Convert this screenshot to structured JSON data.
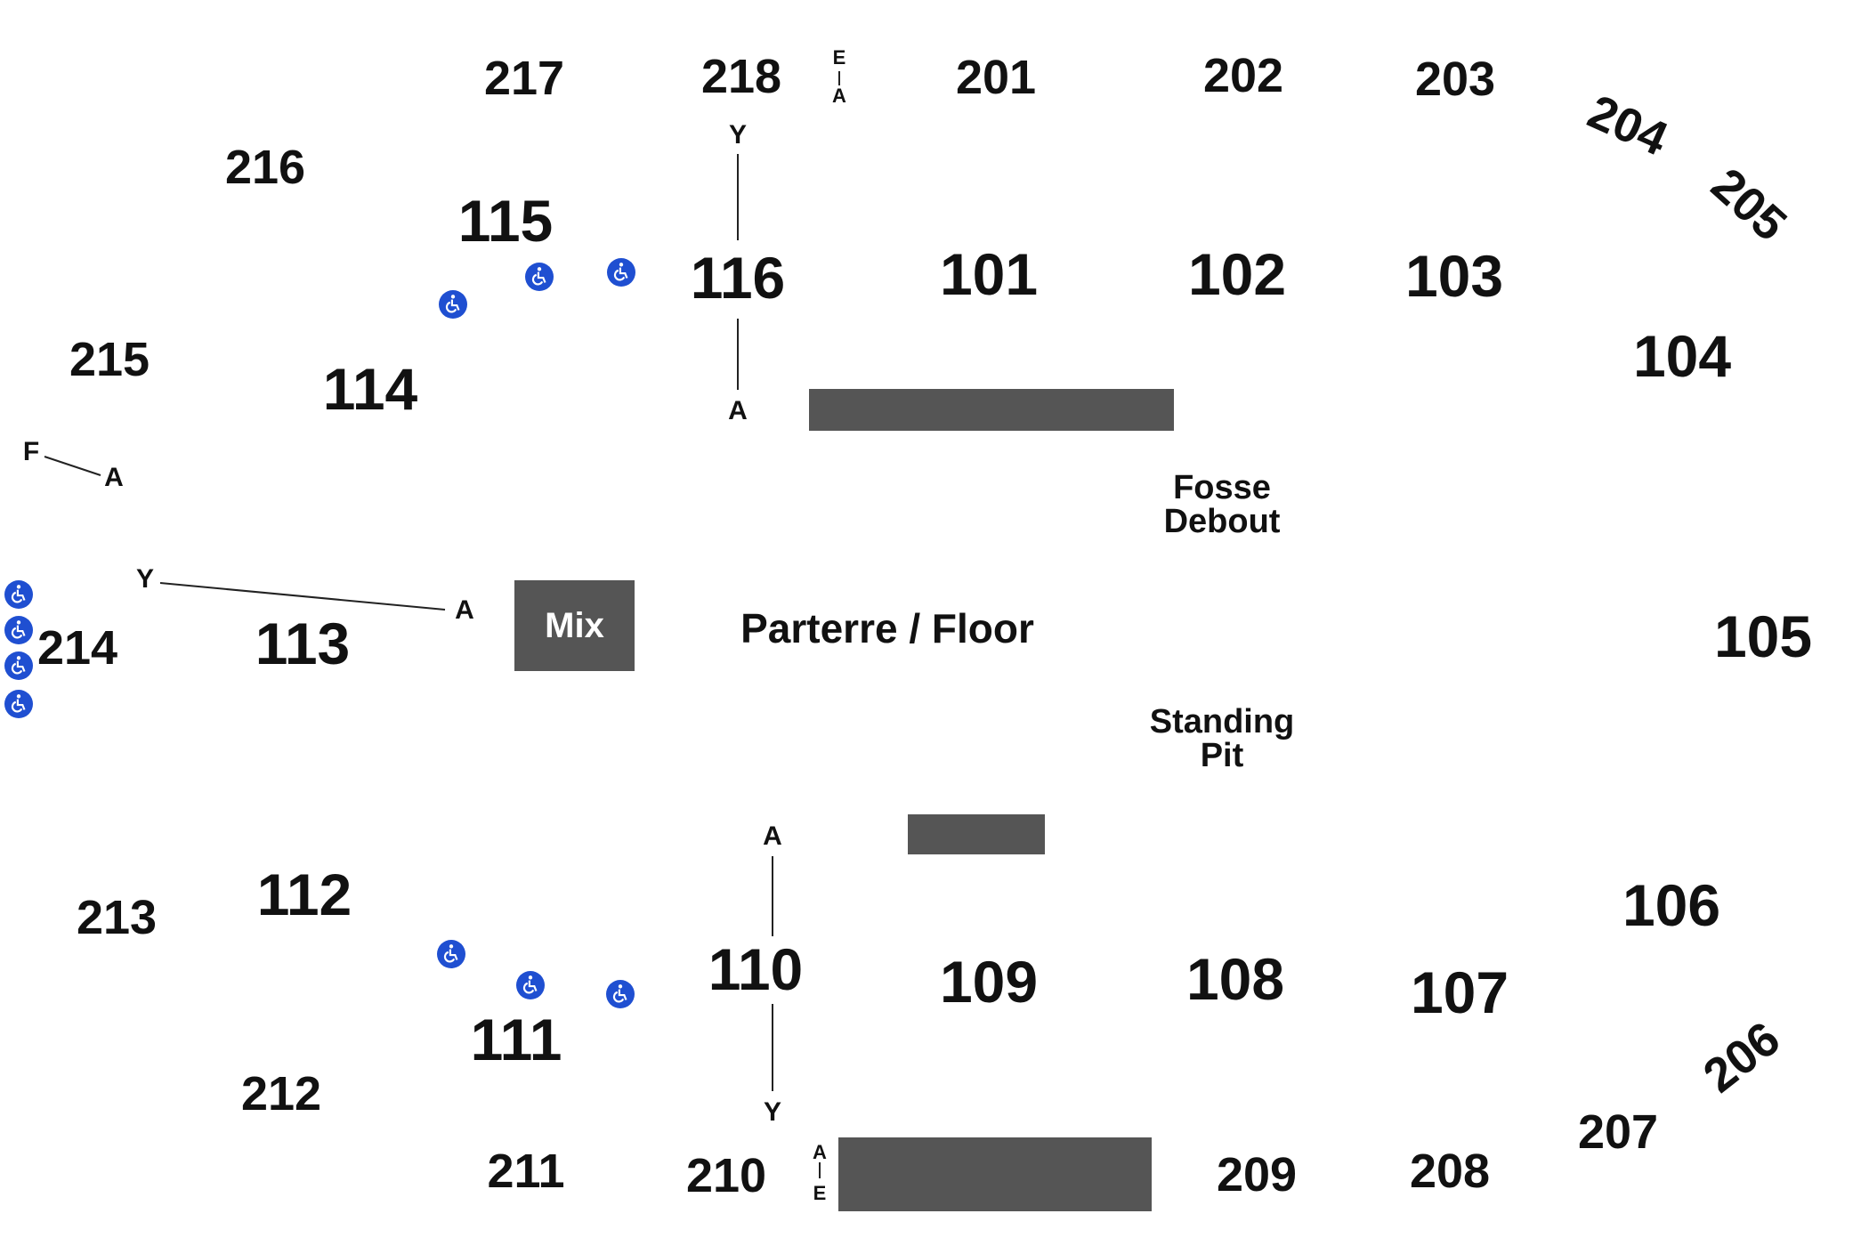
{
  "sections": {
    "s217": "217",
    "s218": "218",
    "s201": "201",
    "s202": "202",
    "s203": "203",
    "s204": "204",
    "s205": "205",
    "s216": "216",
    "s215": "215",
    "s214": "214",
    "s213": "213",
    "s212": "212",
    "s211": "211",
    "s210": "210",
    "s209": "209",
    "s208": "208",
    "s207": "207",
    "s206": "206",
    "s115": "115",
    "s116": "116",
    "s101": "101",
    "s102": "102",
    "s103": "103",
    "s104": "104",
    "s114": "114",
    "s113": "113",
    "s112": "112",
    "s111": "111",
    "s110": "110",
    "s109": "109",
    "s108": "108",
    "s107": "107",
    "s106": "106",
    "s105": "105"
  },
  "rows": {
    "y116": "Y",
    "a116": "A",
    "e218": "E",
    "a218": "A",
    "f215": "F",
    "a215": "A",
    "y113": "Y",
    "a113": "A",
    "a110": "A",
    "y110": "Y",
    "a210": "A",
    "e210": "E"
  },
  "areas": {
    "floor": "Parterre / Floor",
    "fosse_line1": "Fosse",
    "fosse_line2": "Debout",
    "pit_line1": "Standing",
    "pit_line2": "Pit",
    "mix": "Mix"
  },
  "icons": {
    "accessible": "wheelchair-accessible-icon",
    "accessible_color": "#1f4fd1"
  },
  "colors": {
    "stage_block": "#555555",
    "text": "#111111",
    "background": "#ffffff"
  }
}
